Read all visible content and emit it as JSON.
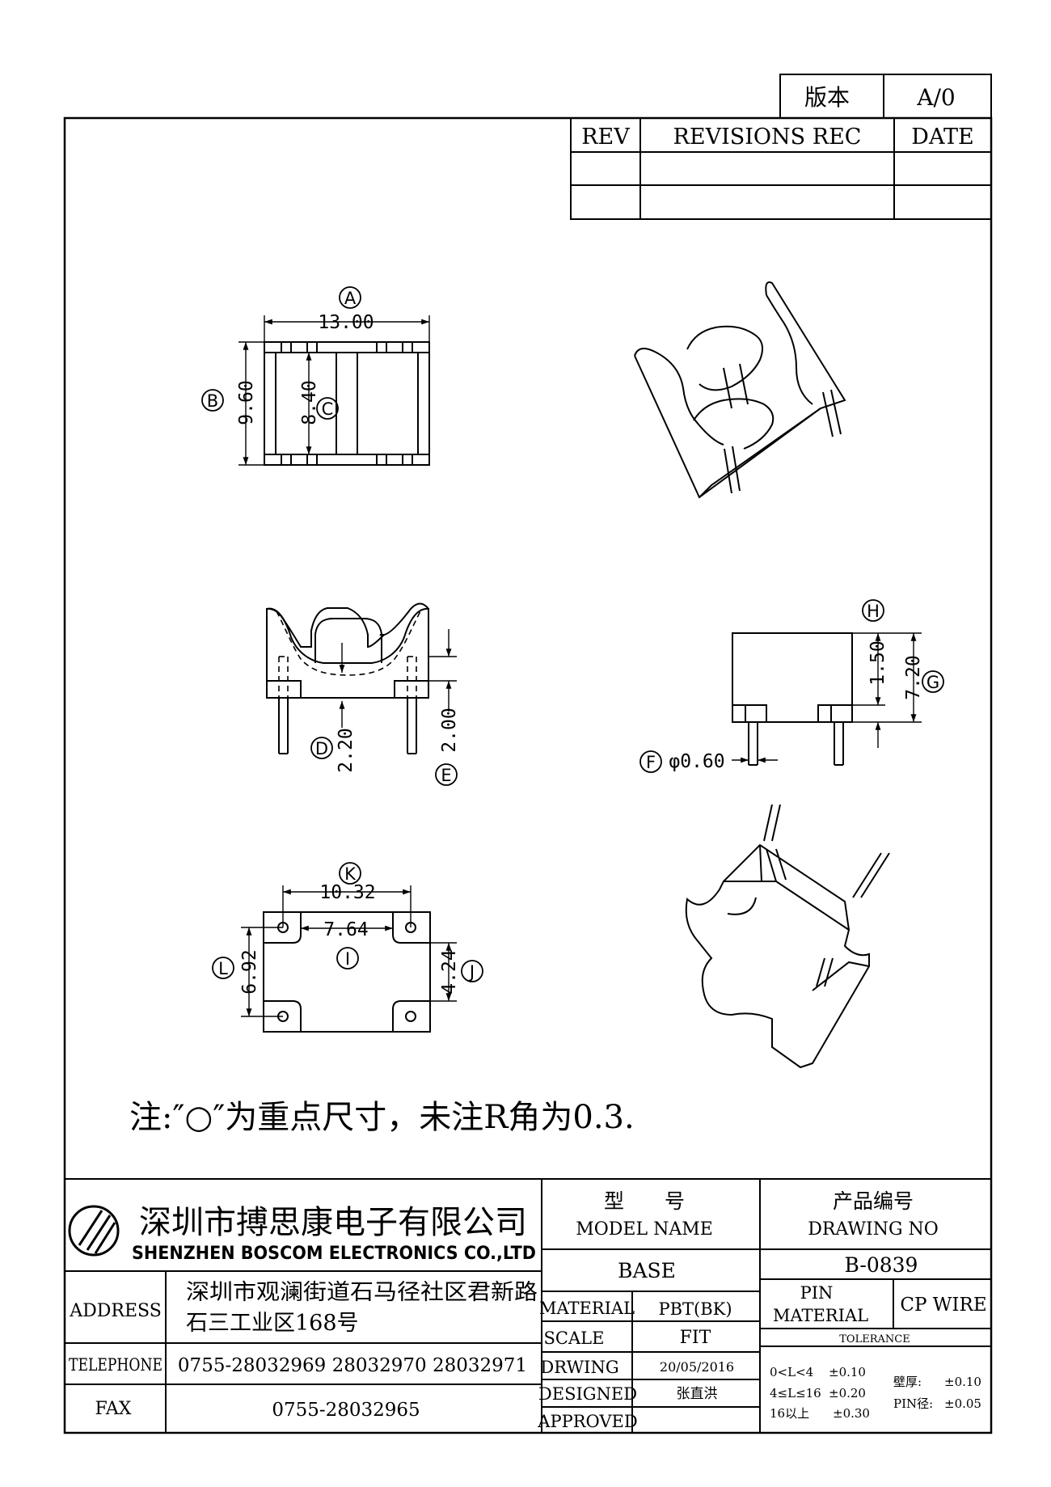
{
  "version_box": {
    "label": "版本",
    "value": "A/0"
  },
  "revision_table": {
    "rev": "REV",
    "revisions_rec": "REVISIONS REC",
    "date": "DATE"
  },
  "dimensions": {
    "A_label": "A",
    "A_value": "13.00",
    "B_label": "B",
    "B_value": "9.60",
    "C_label": "C",
    "C_value": "8.40",
    "D_label": "D",
    "D_value": "2.20",
    "E_label": "E",
    "E_value": "2.00",
    "F_label": "F",
    "F_value": "φ0.60",
    "G_label": "G",
    "G_value": "7.20",
    "H_label": "H",
    "H_value": "1.50",
    "I_label": "I",
    "I_value": "7.64",
    "J_label": "J",
    "J_value": "4.24",
    "K_label": "K",
    "K_value": "10.32",
    "L_label": "L",
    "L_value": "6.92"
  },
  "note": "注:″○″为重点尺寸，未注R角为0.3.",
  "title_block": {
    "company_cn": "深圳市搏思康电子有限公司",
    "company_en": "SHENZHEN BOSCOM ELECTRONICS CO.,LTD",
    "address_label": "ADDRESS",
    "address_line1": "深圳市观澜街道石马径社区君新路",
    "address_line2": "石三工业区168号",
    "telephone_label": "TELEPHONE",
    "telephone_value": "0755-28032969 28032970 28032971",
    "fax_label": "FAX",
    "fax_value": "0755-28032965",
    "model_name_cn": "型　　号",
    "model_name_en": "MODEL NAME",
    "model_name_value": "BASE",
    "drawing_no_cn": "产品编号",
    "drawing_no_en": "DRAWING NO",
    "drawing_no_value": "B-0839",
    "material_label": "MATERIAL",
    "material_value": "PBT(BK)",
    "pin_material_line1": "PIN",
    "pin_material_line2": "MATERIAL",
    "pin_material_value": "CP WIRE",
    "scale_label": "SCALE",
    "scale_value": "FIT",
    "tolerance_label": "TOLERANCE",
    "drawing_label": "DRWING",
    "drawing_date": "20/05/2016",
    "designed_label": "DESIGNED",
    "designed_value": "张直洪",
    "approved_label": "APPROVED",
    "tol_row1_range": "0<L<4",
    "tol_row1_value": "±0.10",
    "tol_row2_range": "4≤L≤16",
    "tol_row2_value": "±0.20",
    "tol_row3_range": "16以上",
    "tol_row3_value": "±0.30",
    "wall_label": "壁厚:",
    "wall_value": "±0.10",
    "pin_dia_label": "PIN径:",
    "pin_dia_value": "±0.05"
  }
}
